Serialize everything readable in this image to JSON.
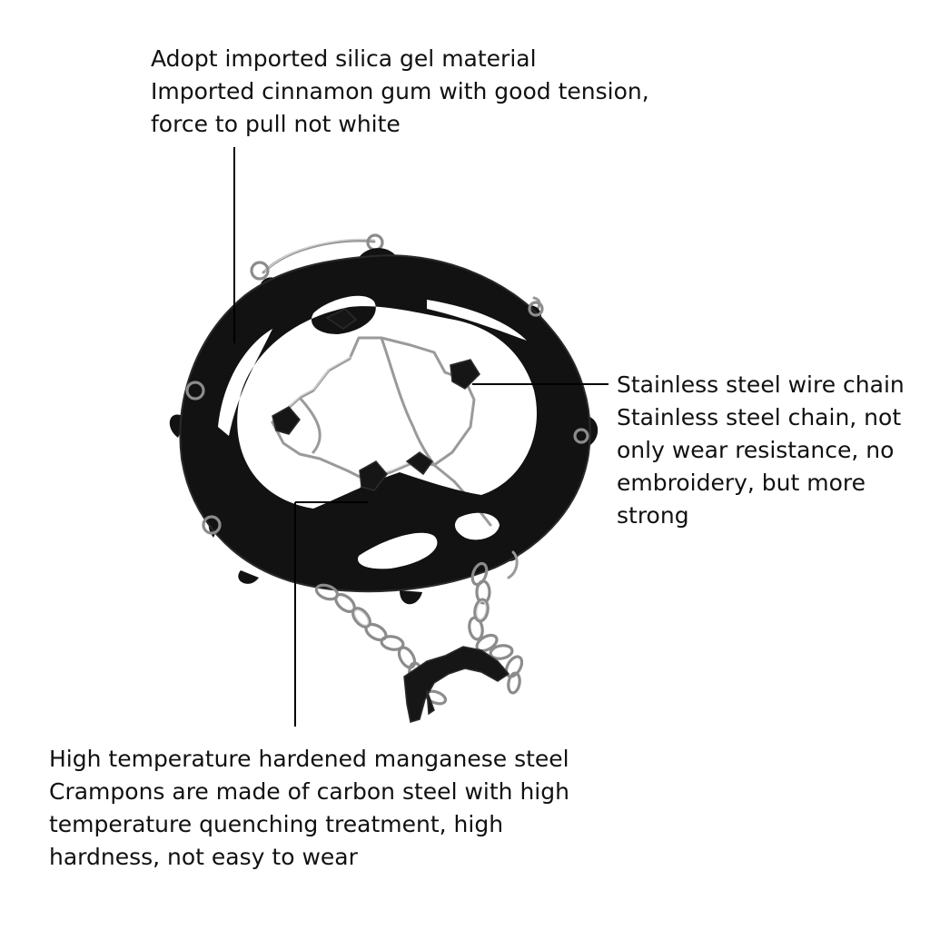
{
  "annotations": {
    "top": {
      "lines": [
        "Adopt imported silica gel material",
        "Imported cinnamon gum with good tension,",
        "force to pull not white"
      ]
    },
    "right": {
      "lines": [
        "Stainless steel wire chain",
        "Stainless steel chain, not",
        "only wear resistance, no",
        "embroidery, but more",
        "strong"
      ]
    },
    "bottom": {
      "lines": [
        "High temperature hardened manganese steel",
        "Crampons are made of carbon steel with high",
        "temperature quenching treatment, high",
        "hardness, not easy to wear"
      ]
    }
  },
  "colors": {
    "rubber": "#121212",
    "steel": "#9a9a9a",
    "text": "#111111",
    "background": "#ffffff"
  }
}
